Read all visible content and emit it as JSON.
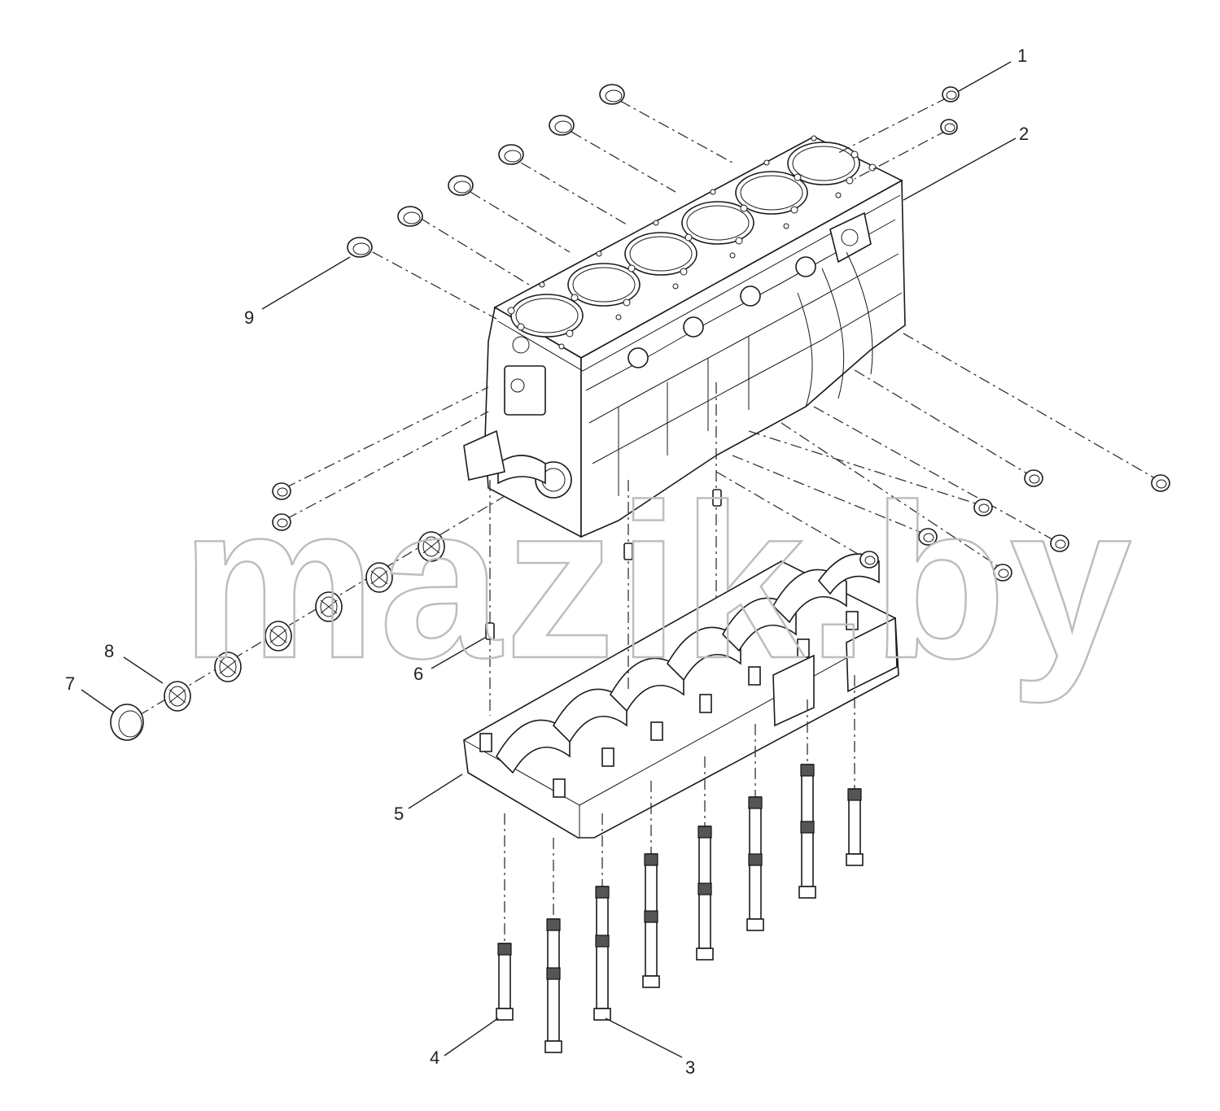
{
  "watermark": "mazik.by",
  "callouts": [
    {
      "id": "1",
      "label": "1"
    },
    {
      "id": "2",
      "label": "2"
    },
    {
      "id": "3",
      "label": "3"
    },
    {
      "id": "4",
      "label": "4"
    },
    {
      "id": "5",
      "label": "5"
    },
    {
      "id": "6",
      "label": "6"
    },
    {
      "id": "7",
      "label": "7"
    },
    {
      "id": "8",
      "label": "8"
    },
    {
      "id": "9",
      "label": "9"
    }
  ]
}
